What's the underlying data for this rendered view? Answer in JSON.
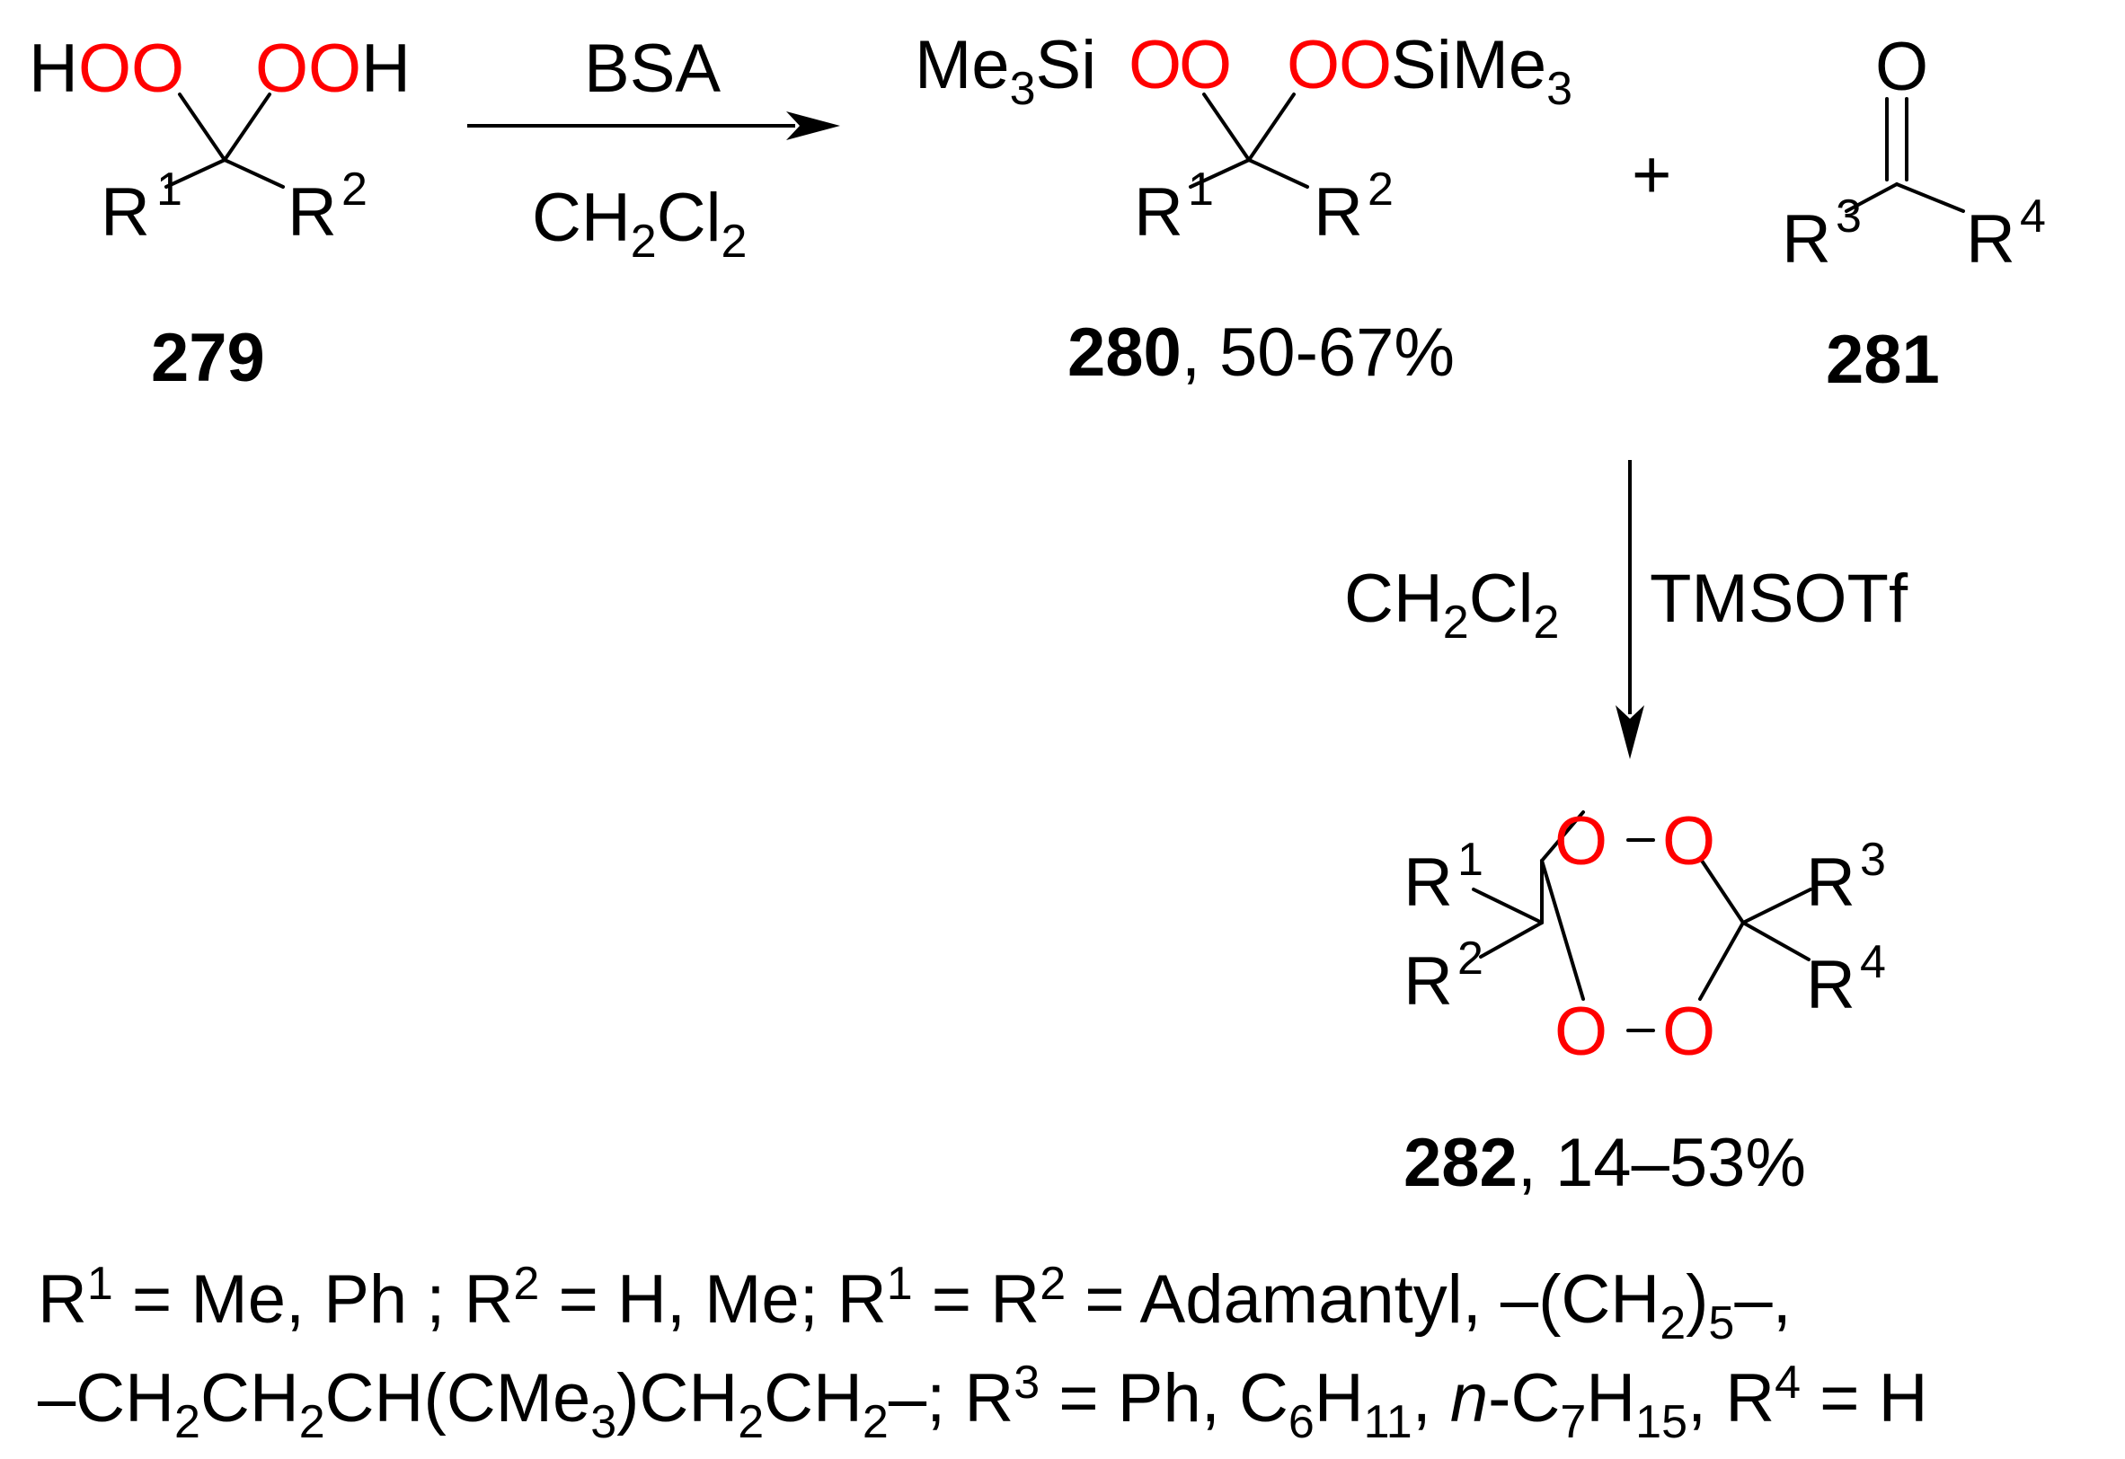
{
  "colors": {
    "bond": "#000000",
    "oxygen": "#ff0000",
    "background": "#ffffff"
  },
  "atoms": {
    "H": "H",
    "O": "O",
    "R": "R",
    "Me": "Me",
    "Si": "Si",
    "sub1": "1",
    "sub2": "2",
    "sub3": "3",
    "sub4": "4"
  },
  "compounds": {
    "c279": {
      "number": "279"
    },
    "c280": {
      "number": "280",
      "yield": ", 50-67%"
    },
    "c281": {
      "number": "281"
    },
    "c282": {
      "number": "282",
      "yield": ", 14–53%"
    }
  },
  "plus_sign": "+",
  "reagents": {
    "arrow1_top": "BSA",
    "solvent_CH": "CH",
    "solvent_Cl": "Cl",
    "solvent_sub": "2",
    "arrow2_right": "TMSOTf"
  },
  "footnote": {
    "line1": [
      "R",
      "1",
      "  =  Me, Ph ; R",
      "2",
      " = H, Me; R",
      "1",
      " = R",
      "2",
      " = Adamantyl, –(CH",
      "2",
      ")",
      "5",
      "–,"
    ],
    "line2": [
      "–CH",
      "2",
      "CH",
      "2",
      "CH(CMe",
      "3",
      ")CH",
      "2",
      "CH",
      "2",
      "–; R",
      "3",
      " = Ph, C",
      "6",
      "H",
      "11",
      ", ",
      "n",
      "-C",
      "7",
      "H",
      "15",
      ", R",
      "4",
      " = H"
    ]
  }
}
